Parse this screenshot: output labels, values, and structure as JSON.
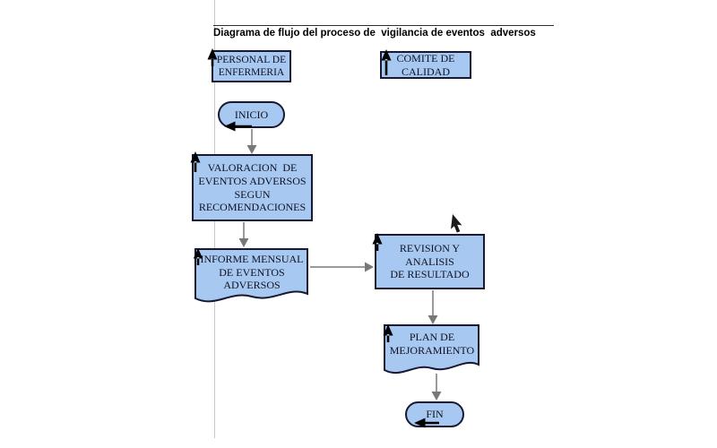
{
  "title": "Diagrama de flujo del proceso de  vigilancia de eventos  adversos",
  "colors": {
    "shape_fill": "#a7c9f1",
    "shape_border": "#181833",
    "connector_gray": "#9a9a9a",
    "arrowhead_gray": "#787878",
    "marker_black": "#000000",
    "guide_line": "#c9c9c9"
  },
  "nodes": {
    "personal": {
      "label": "PERSONAL DE\nENFERMERIA",
      "type": "header-rect"
    },
    "comite": {
      "label": "COMITE DE\nCALIDAD",
      "type": "header-rect"
    },
    "inicio": {
      "label": "INICIO",
      "type": "terminator"
    },
    "valoracion": {
      "label": "VALORACION  DE\nEVENTOS ADVERSOS\nSEGUN\nRECOMENDACIONES",
      "type": "process"
    },
    "informe": {
      "label": "INFORME MENSUAL\nDE EVENTOS\nADVERSOS",
      "type": "document"
    },
    "revision": {
      "label": "REVISION Y\nANALISIS\nDE RESULTADO",
      "type": "process"
    },
    "plan": {
      "label": "PLAN DE\nMEJORAMIENTO",
      "type": "document"
    },
    "fin": {
      "label": "FIN",
      "type": "terminator"
    }
  }
}
